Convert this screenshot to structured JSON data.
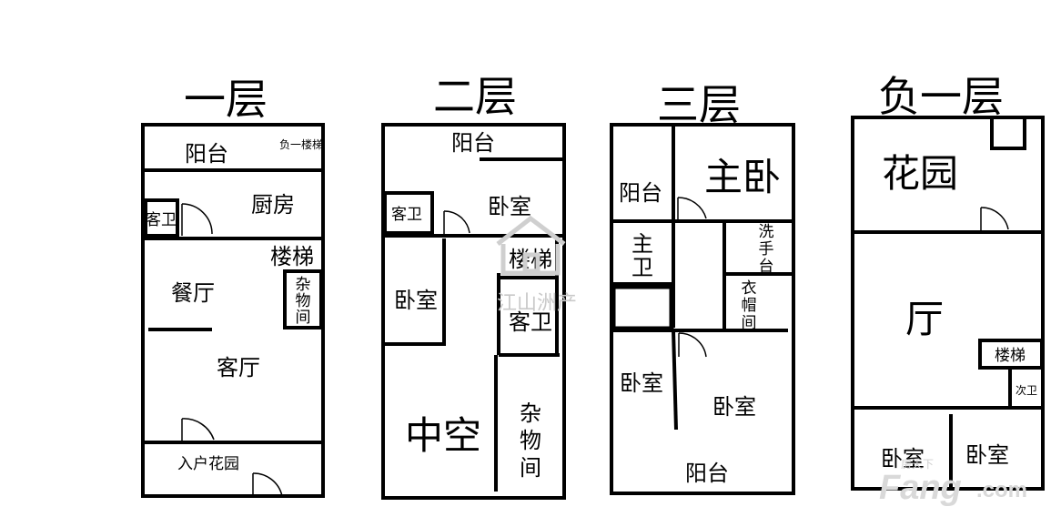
{
  "floors": {
    "f1": {
      "title": "一层",
      "balcony": "阳台",
      "basement_stairs": "负一楼梯",
      "guest_bath": "客卫",
      "kitchen": "厨房",
      "stairs": "楼梯",
      "dining": "餐厅",
      "storage": "杂物间",
      "living": "客厅",
      "entry_garden": "入户花园"
    },
    "f2": {
      "title": "二层",
      "balcony": "阳台",
      "guest_bath_top": "客卫",
      "bedroom_top": "卧室",
      "stairs": "楼梯",
      "bedroom_left": "卧室",
      "guest_bath_mid": "客卫",
      "void": "中空",
      "storage": "杂物间"
    },
    "f3": {
      "title": "三层",
      "balcony_top": "阳台",
      "master_bedroom": "主卧",
      "master_bath": "主卫",
      "wash_basin": "洗手台",
      "closet": "衣帽间",
      "bedroom_left": "卧室",
      "bedroom_right": "卧室",
      "balcony_bottom": "阳台"
    },
    "b1": {
      "title": "负一层",
      "garden": "花园",
      "hall": "厅",
      "stairs": "楼梯",
      "second_bath": "次卫",
      "bedroom_left": "卧室",
      "bedroom_right": "卧室"
    }
  },
  "watermarks": {
    "agency": "江山洲产",
    "site_cn": "房天下",
    "site_en": "Fang",
    "site_tld": ".com"
  }
}
